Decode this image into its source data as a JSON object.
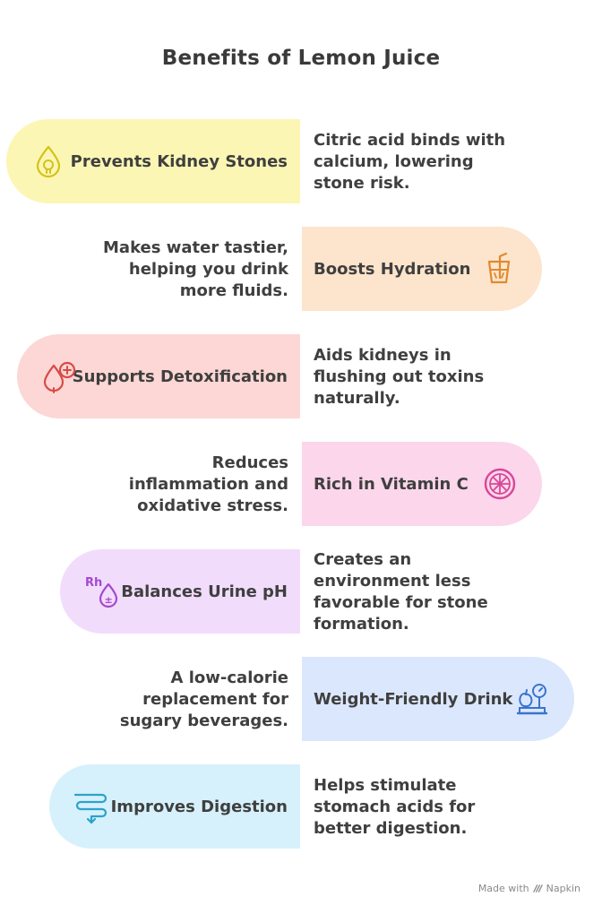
{
  "title": "Benefits of Lemon Juice",
  "benefits": [
    {
      "label": "Prevents Kidney Stones",
      "description": [
        "Citric acid binds with",
        "calcium, lowering",
        "stone risk."
      ],
      "icon": "kidney-drop-icon",
      "color": "#fcf6b4",
      "icon_color": "#d4c21a"
    },
    {
      "label": "Boosts Hydration",
      "description": [
        "Makes water tastier,",
        "helping you drink",
        "more fluids."
      ],
      "icon": "glass-with-straw-icon",
      "color": "#fde4cc",
      "icon_color": "#e08a2e"
    },
    {
      "label": "Supports Detoxification",
      "description": [
        "Aids kidneys in",
        "flushing out toxins",
        "naturally."
      ],
      "icon": "detox-drops-icon",
      "color": "#fcd7d5",
      "icon_color": "#d94a46"
    },
    {
      "label": "Rich in Vitamin C",
      "description": [
        "Reduces",
        "inflammation and",
        "oxidative stress."
      ],
      "icon": "citrus-slice-icon",
      "color": "#fcd6ea",
      "icon_color": "#d6479a"
    },
    {
      "label": "Balances Urine pH",
      "description": [
        "Creates an",
        "environment less",
        "favorable for stone",
        "formation."
      ],
      "icon": "ph-drop-icon",
      "icon_text": "Rh",
      "icon_sign": "±",
      "color": "#f2dcfb",
      "icon_color": "#a349d1"
    },
    {
      "label": "Weight-Friendly Drink",
      "description": [
        "A low-calorie",
        "replacement for",
        "sugary beverages."
      ],
      "icon": "scale-apple-icon",
      "color": "#dbe7fd",
      "icon_color": "#3b74cf"
    },
    {
      "label": "Improves Digestion",
      "description": [
        "Helps stimulate",
        "stomach acids for",
        "better digestion."
      ],
      "icon": "digestion-flow-icon",
      "color": "#d6f1fb",
      "icon_color": "#2ba3c9"
    }
  ],
  "watermark": {
    "prefix": "Made with",
    "brand": "Napkin"
  }
}
